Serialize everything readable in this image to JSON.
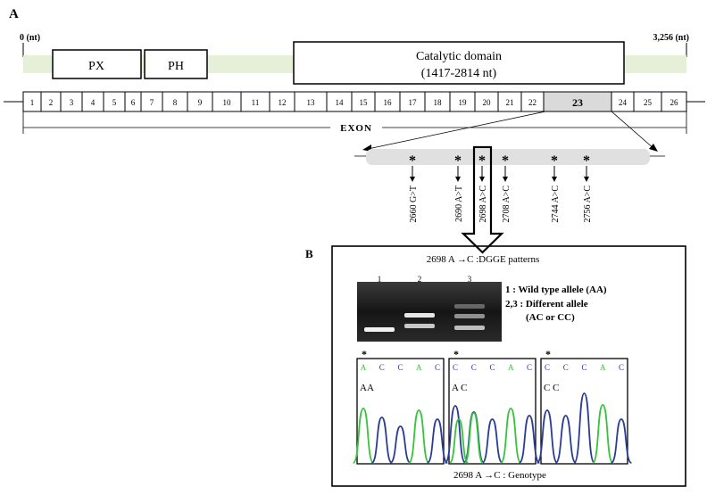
{
  "panel_a": {
    "label": "A",
    "start_label": "0 (nt)",
    "end_label": "3,256 (nt)",
    "domains": [
      {
        "name": "PX"
      },
      {
        "name": "PH"
      },
      {
        "name": "Catalytic domain",
        "range": "(1417-2814 nt)"
      }
    ],
    "exons": [
      "1",
      "2",
      "3",
      "4",
      "5",
      "6",
      "7",
      "8",
      "9",
      "10",
      "11",
      "12",
      "13",
      "14",
      "15",
      "16",
      "17",
      "18",
      "19",
      "20",
      "21",
      "22",
      "23",
      "24",
      "25",
      "26"
    ],
    "highlighted_exon": "23",
    "exon_label": "EXON",
    "variant_marker": "*",
    "variants": [
      "2660 G>T",
      "2690 A>T",
      "2698 A>C",
      "2708 A>C",
      "2744 A>C",
      "2756 A>C"
    ],
    "highlighted_variant": "2698 A>C"
  },
  "panel_b": {
    "label": "B",
    "dgge_title": "2698 A →C :DGGE patterns",
    "lane_labels": [
      "1",
      "2",
      "3"
    ],
    "legend": {
      "line1": "1 : Wild type  allele (AA)",
      "line2": "2,3 : Different  allele",
      "line3": "(AC or CC)"
    },
    "chromatograms": [
      {
        "bases": [
          "A",
          "C",
          "C",
          "A",
          "C"
        ],
        "genotype": "AA"
      },
      {
        "bases": [
          "C",
          "C",
          "C",
          "A",
          "C"
        ],
        "genotype": "A C"
      },
      {
        "bases": [
          "C",
          "C",
          "C",
          "A",
          "C"
        ],
        "genotype": "C C"
      }
    ],
    "chromatogram_marker": "*",
    "genotype_title": "2698 A →C : Genotype"
  },
  "colors": {
    "band_fill": "#e6efd8",
    "highlight_exon": "#dadada",
    "variant_strip": "#e0e0e0",
    "base_a": "#36c43a",
    "base_c": "#2a3c96",
    "gel_bg": "#1a1a1a",
    "gel_band": "#f2f2f2"
  }
}
